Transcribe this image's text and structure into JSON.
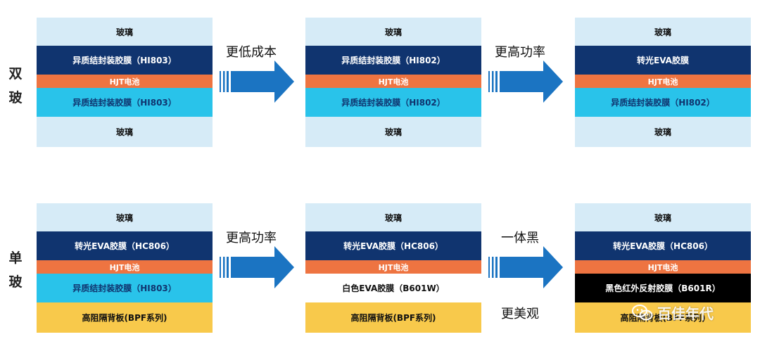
{
  "colors": {
    "glass": "#d6ebf7",
    "dark_film": "#10346f",
    "cell": "#ee7441",
    "cyan_film": "#29c3ea",
    "backsheet": "#f8c94b",
    "white_film": "#ffffff",
    "black_film": "#000000",
    "arrow": "#1b74c2"
  },
  "rows": [
    {
      "label": "双玻",
      "arrows": [
        {
          "label": "更低成本",
          "extra": ""
        },
        {
          "label": "更高功率",
          "extra": ""
        }
      ],
      "stacks": [
        {
          "layers": [
            {
              "type": "glass",
              "text": "玻璃"
            },
            {
              "type": "dark_film",
              "text": "异质结封装胶膜（HI803）"
            },
            {
              "type": "cell",
              "text": "HJT电池"
            },
            {
              "type": "cyan_film",
              "text": "异质结封装胶膜（HI803）"
            },
            {
              "type": "glass",
              "text": "玻璃"
            }
          ]
        },
        {
          "layers": [
            {
              "type": "glass",
              "text": "玻璃"
            },
            {
              "type": "dark_film",
              "text": "异质结封装胶膜（HI802）"
            },
            {
              "type": "cell",
              "text": "HJT电池"
            },
            {
              "type": "cyan_film",
              "text": "异质结封装胶膜（HI802）"
            },
            {
              "type": "glass",
              "text": "玻璃"
            }
          ]
        },
        {
          "layers": [
            {
              "type": "glass",
              "text": "玻璃"
            },
            {
              "type": "dark_film",
              "text": "转光EVA胶膜"
            },
            {
              "type": "cell",
              "text": "HJT电池"
            },
            {
              "type": "cyan_film",
              "text": "异质结封装胶膜（HI802）"
            },
            {
              "type": "glass",
              "text": "玻璃"
            }
          ]
        }
      ]
    },
    {
      "label": "单玻",
      "arrows": [
        {
          "label": "更高功率",
          "extra": ""
        },
        {
          "label": "一体黑",
          "extra": "更美观"
        }
      ],
      "stacks": [
        {
          "layers": [
            {
              "type": "glass",
              "text": "玻璃"
            },
            {
              "type": "dark_film",
              "text": "转光EVA胶膜（HC806）"
            },
            {
              "type": "cell",
              "text": "HJT电池"
            },
            {
              "type": "cyan_film",
              "text": "异质结封装胶膜（HI803）"
            },
            {
              "type": "backsheet",
              "text": "高阻隔背板(BPF系列)"
            }
          ]
        },
        {
          "layers": [
            {
              "type": "glass",
              "text": "玻璃"
            },
            {
              "type": "dark_film",
              "text": "转光EVA胶膜（HC806）"
            },
            {
              "type": "cell",
              "text": "HJT电池"
            },
            {
              "type": "white_film",
              "text": "白色EVA胶膜（B601W）"
            },
            {
              "type": "backsheet",
              "text": "高阻隔背板(BPF系列)"
            }
          ]
        },
        {
          "layers": [
            {
              "type": "glass",
              "text": "玻璃"
            },
            {
              "type": "dark_film",
              "text": "转光EVA胶膜（HC806）"
            },
            {
              "type": "cell",
              "text": "HJT电池"
            },
            {
              "type": "black_film",
              "text": "黑色红外反射胶膜（B601R）"
            },
            {
              "type": "backsheet",
              "text": "高阻隔背板(BPF系列)"
            }
          ]
        }
      ]
    }
  ],
  "watermark": {
    "text": "百佳年代",
    "icon": "wechat-icon"
  }
}
